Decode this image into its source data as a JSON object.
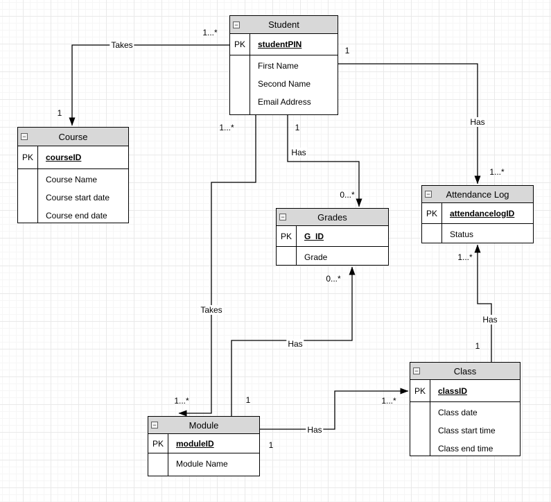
{
  "icons": {
    "collapse_glyph": "−"
  },
  "colors": {
    "entity_header_fill": "#d8d8d8",
    "entity_border": "#000000",
    "connector": "#000000",
    "grid_major": "#e9e9e9",
    "grid_minor": "#f6f6f6",
    "canvas": "#ffffff"
  },
  "diagram": {
    "entities": [
      {
        "id": "student",
        "title": "Student",
        "key_label": "PK",
        "pk_field": "studentPIN",
        "attributes": [
          "First Name",
          "Second Name",
          "Email Address"
        ]
      },
      {
        "id": "course",
        "title": "Course",
        "key_label": "PK",
        "pk_field": "courseID",
        "attributes": [
          "Course Name",
          "Course start date",
          "Course end date"
        ]
      },
      {
        "id": "grades",
        "title": "Grades",
        "key_label": "PK",
        "pk_field": "G_ID",
        "attributes": [
          "Grade"
        ]
      },
      {
        "id": "attendance_log",
        "title": "Attendance Log",
        "key_label": "PK",
        "pk_field": "attendancelogID",
        "attributes": [
          "Status"
        ]
      },
      {
        "id": "class",
        "title": "Class",
        "key_label": "PK",
        "pk_field": "classID",
        "attributes": [
          "Class date",
          "Class start time",
          "Class end time"
        ]
      },
      {
        "id": "module",
        "title": "Module",
        "key_label": "PK",
        "pk_field": "moduleID",
        "attributes": [
          "Module Name"
        ]
      }
    ],
    "relationships": [
      {
        "name": "student-takes-course",
        "label": "Takes",
        "from": "student",
        "to": "course",
        "from_card": "1...*",
        "to_card": "1"
      },
      {
        "name": "student-has-attendance-log",
        "label": "Has",
        "from": "student",
        "to": "attendance_log",
        "from_card": "1",
        "to_card": "1...*"
      },
      {
        "name": "student-has-grades",
        "label": "Has",
        "from": "student",
        "to": "grades",
        "from_card": "1",
        "to_card": "0...*"
      },
      {
        "name": "student-takes-module",
        "label": "Takes",
        "from": "student",
        "to": "module",
        "from_card": "1...*",
        "to_card": "1...*"
      },
      {
        "name": "module-has-grades",
        "label": "Has",
        "from": "module",
        "to": "grades",
        "from_card": "1",
        "to_card": "0...*"
      },
      {
        "name": "module-has-class",
        "label": "Has",
        "from": "module",
        "to": "class",
        "from_card": "1",
        "to_card": "1...*"
      },
      {
        "name": "class-has-attendance-log",
        "label": "Has",
        "from": "class",
        "to": "attendance_log",
        "from_card": "1",
        "to_card": "1...*"
      }
    ]
  }
}
